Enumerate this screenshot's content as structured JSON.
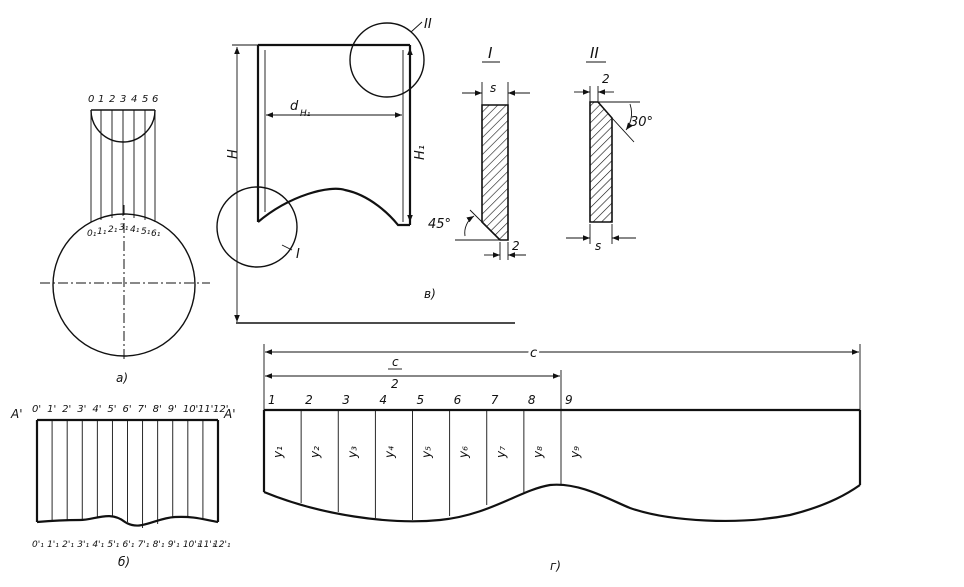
{
  "fig_a": {
    "caption": "а)",
    "top_labels": [
      "0",
      "1",
      "2",
      "3",
      "4",
      "5",
      "6"
    ],
    "lower_labels": [
      "0₁",
      "1₁",
      "2₁",
      "3₁",
      "4₁",
      "5₁",
      "6₁"
    ]
  },
  "fig_b": {
    "caption": "б)",
    "left_label": "A'",
    "right_label": "A'",
    "top_labels": [
      "0'",
      "1'",
      "2'",
      "3'",
      "4'",
      "5'",
      "6'",
      "7'",
      "8'",
      "9'",
      "10'",
      "11'",
      "12'"
    ],
    "bottom_labels": [
      "0'₁",
      "1'₁",
      "2'₁",
      "3'₁",
      "4'₁",
      "5'₁",
      "6'₁",
      "7'₁",
      "8'₁",
      "9'₁",
      "10'₁",
      "11'₁",
      "12'₁"
    ]
  },
  "fig_v": {
    "caption": "в)",
    "label_H": "H",
    "label_H1": "H₁",
    "label_d": "d",
    "label_d_sub": "H₁",
    "circle_I": "I",
    "circle_II": "II",
    "detail_I": {
      "title": "I",
      "s_label": "s",
      "angle_label": "45°",
      "bottom_label": "2"
    },
    "detail_II": {
      "title": "II",
      "top_label": "2",
      "angle_label": "30°",
      "s_label": "s"
    }
  },
  "fig_g": {
    "caption": "г)",
    "full_label": "c",
    "half_num": "c",
    "half_den": "2",
    "points": [
      "1",
      "2",
      "3",
      "4",
      "5",
      "6",
      "7",
      "8",
      "9"
    ],
    "ordinates": [
      "y₁",
      "y₂",
      "y₃",
      "y₄",
      "y₅",
      "y₆",
      "y₇",
      "y₈",
      "y₉"
    ]
  }
}
